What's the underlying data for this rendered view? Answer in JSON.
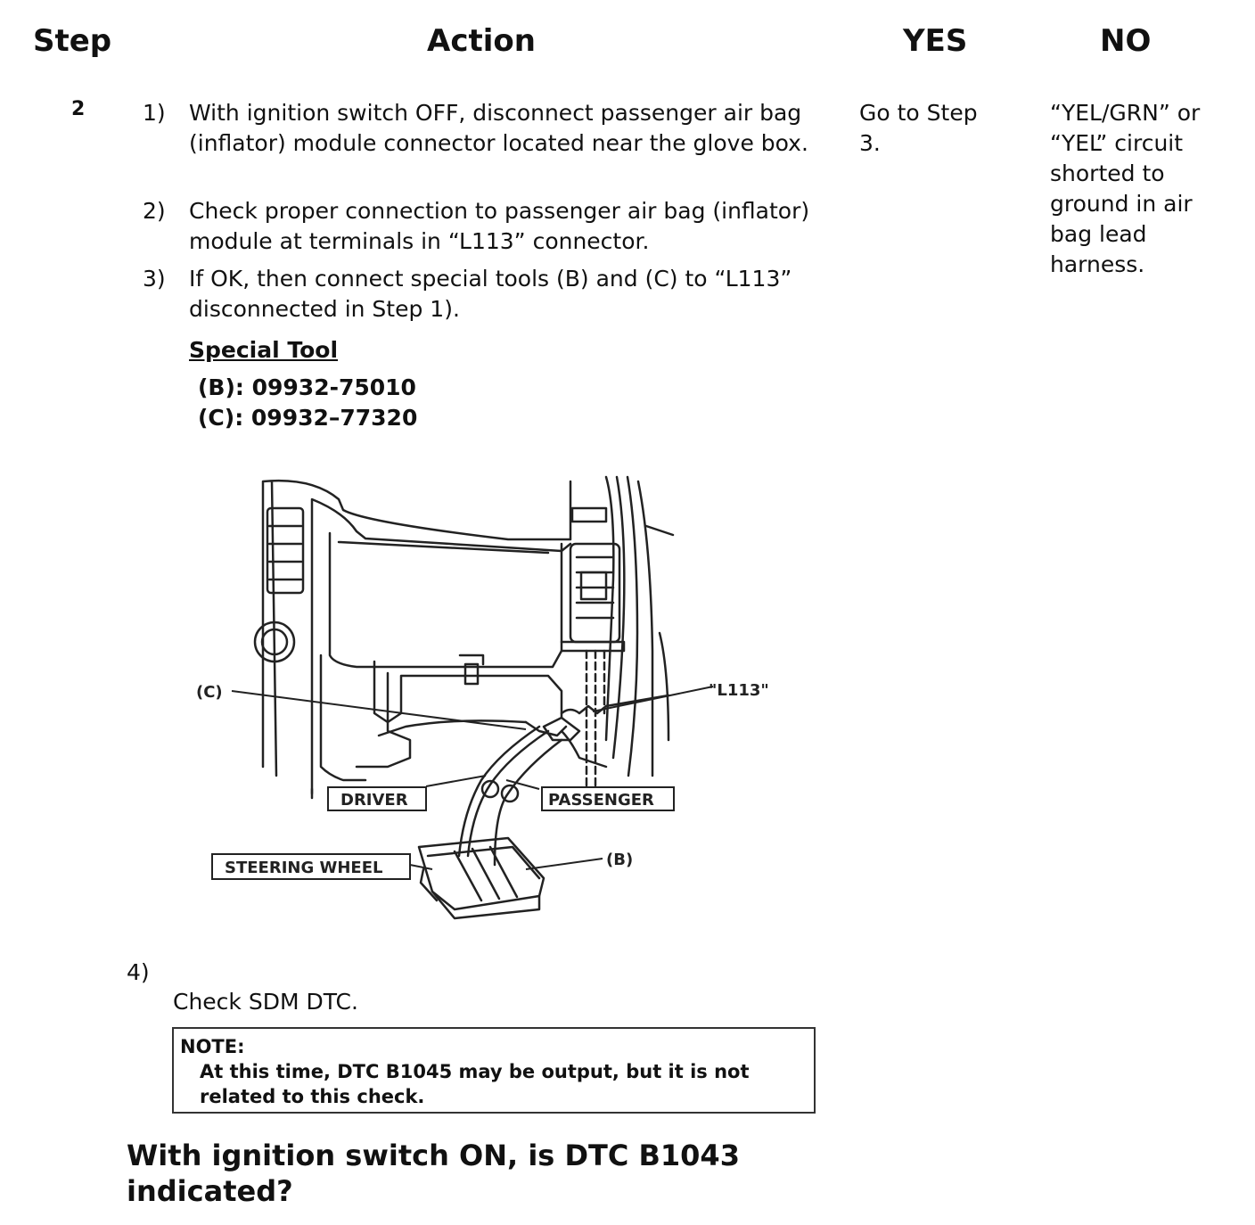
{
  "header": {
    "step": "Step",
    "action": "Action",
    "yes": "YES",
    "no": "NO"
  },
  "step_number": "2",
  "actions": [
    {
      "num": "1)",
      "text": "With ignition switch OFF, disconnect passenger air bag (inflator) module connector located near the glove box."
    },
    {
      "num": "2)",
      "text": "Check proper connection to passenger air bag (inflator) module at terminals in “L113” connector."
    },
    {
      "num": "3)",
      "text": "If OK, then connect special tools (B) and (C) to “L113” disconnected in Step 1)."
    }
  ],
  "special_tool": {
    "title": "Special Tool",
    "b": "(B): 09932-75010",
    "c": "(C): 09932–77320"
  },
  "figure": {
    "label_c": "(C)",
    "label_l113": "\"L113\"",
    "label_driver": "DRIVER",
    "label_passenger": "PASSENGER",
    "label_steering": "STEERING WHEEL",
    "label_b": "(B)"
  },
  "step4": {
    "num": "4)",
    "text": "Check SDM DTC."
  },
  "note": {
    "label": "NOTE:",
    "text": "At this time, DTC B1045 may be output, but it is not related to this check."
  },
  "question": "With ignition switch ON, is DTC B1043 indicated?",
  "yes_result": "Go to Step 3.",
  "no_result": "“YEL/GRN” or “YEL” circuit shorted to ground in air bag lead harness."
}
